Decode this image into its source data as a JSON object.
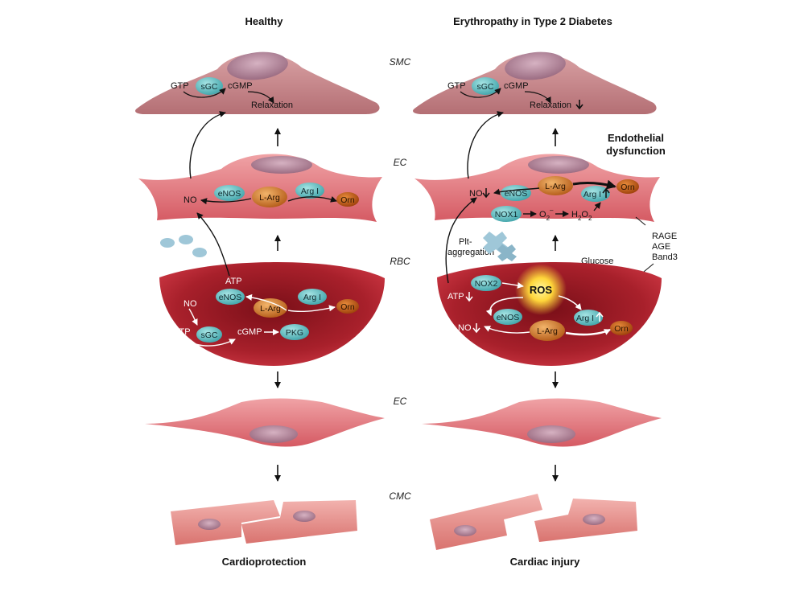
{
  "titles": {
    "left": "Healthy",
    "right": "Erythropathy in Type 2 Diabetes"
  },
  "layers": {
    "smc": "SMC",
    "ec_top": "EC",
    "rbc": "RBC",
    "ec_bottom": "EC",
    "cmc": "CMC"
  },
  "healthy": {
    "smc": {
      "gtp": "GTP",
      "sgc": "sGC",
      "cgmp": "cGMP",
      "relaxation": "Relaxation"
    },
    "ec": {
      "no": "NO",
      "enos": "eNOS",
      "larg": "L-Arg",
      "arg1": "Arg I",
      "orn": "Orn"
    },
    "rbc": {
      "atp": "ATP",
      "enos": "eNOS",
      "larg": "L-Arg",
      "arg1": "Arg I",
      "orn": "Orn",
      "no": "NO",
      "gtp": "GTP",
      "sgc": "sGC",
      "cgmp": "cGMP",
      "pkg": "PKG"
    },
    "outcome": "Cardioprotection"
  },
  "diabetes": {
    "smc": {
      "gtp": "GTP",
      "sgc": "sGC",
      "cgmp": "cGMP",
      "relaxation": "Relaxation"
    },
    "endothelial_dysfunction": [
      "Endothelial",
      "dysfunction"
    ],
    "ec": {
      "no": "NO",
      "enos": "eNOS",
      "larg": "L-Arg",
      "arg1": "Arg I",
      "orn": "Orn",
      "nox1": "NOX1",
      "o2": "O",
      "o2_sub": "2",
      "o2_sup": "–",
      "h2o2_h": "H",
      "h2o2_sub1": "2",
      "h2o2_o": "O",
      "h2o2_sub2": "2"
    },
    "plt": [
      "Plt-",
      "aggregation"
    ],
    "receptors": [
      "RAGE",
      "AGE",
      "Band3"
    ],
    "glucose": "Glucose",
    "rbc": {
      "nox2": "NOX2",
      "ros": "ROS",
      "atp": "ATP",
      "enos": "eNOS",
      "no": "NO",
      "larg": "L-Arg",
      "arg1": "Arg I",
      "orn": "Orn"
    },
    "outcome": "Cardiac injury"
  },
  "colors": {
    "cell_pink": "#e27a80",
    "smc_mauve": "#c98a8e",
    "rbc_red": "#a11a24",
    "protein_teal": "#5fbfc2",
    "orange": "#d47a2a",
    "nucleus": "#b98aa0"
  }
}
